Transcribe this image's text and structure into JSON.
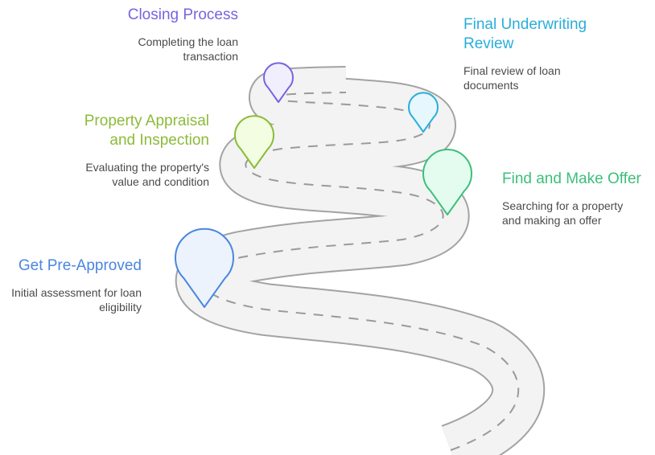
{
  "diagram": {
    "type": "roadmap",
    "steps": [
      {
        "order": 1,
        "title": "Get Pre-Approved",
        "description_lines": [
          "Initial assessment for loan",
          "eligibility"
        ],
        "color": "#4a86e0",
        "fill": "#ecf3fd"
      },
      {
        "order": 2,
        "title": "Find and Make Offer",
        "description_lines": [
          "Searching for a property",
          "and making an offer"
        ],
        "color": "#3cbf7a",
        "fill": "#e4fbef"
      },
      {
        "order": 3,
        "title_lines": [
          "Property Appraisal",
          "and Inspection"
        ],
        "title": "Property Appraisal and Inspection",
        "description_lines": [
          "Evaluating the property's",
          "value and condition"
        ],
        "color": "#8cbb3a",
        "fill": "#f2fde2"
      },
      {
        "order": 4,
        "title_lines": [
          "Final Underwriting",
          "Review"
        ],
        "title": "Final Underwriting Review",
        "description_lines": [
          "Final review of loan",
          "documents"
        ],
        "color": "#29aedb",
        "fill": "#e6f7fd"
      },
      {
        "order": 5,
        "title": "Closing Process",
        "description_lines": [
          "Completing the loan",
          "transaction"
        ],
        "color": "#7a62e0",
        "fill": "#f1effd"
      }
    ],
    "road": {
      "surface": "#f3f3f3",
      "edge": "#a3a3a3",
      "center_line": "#9a9a9a"
    }
  }
}
